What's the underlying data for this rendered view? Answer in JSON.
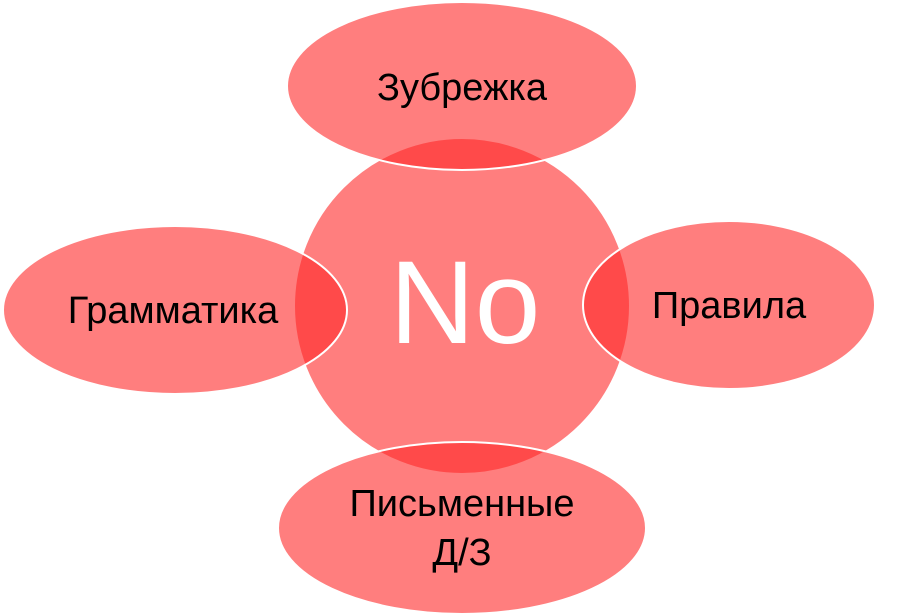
{
  "diagram": {
    "center": {
      "label": "No"
    },
    "petals": {
      "top": {
        "label": "Зубрежка"
      },
      "left": {
        "label": "Грамматика"
      },
      "right": {
        "label": "Правила"
      },
      "bottom": {
        "line1": "Письменные",
        "line2": "Д/З"
      }
    },
    "colors": {
      "fill": "#FF2828",
      "center_text": "#FFFFFF",
      "label_text": "#000000"
    }
  }
}
